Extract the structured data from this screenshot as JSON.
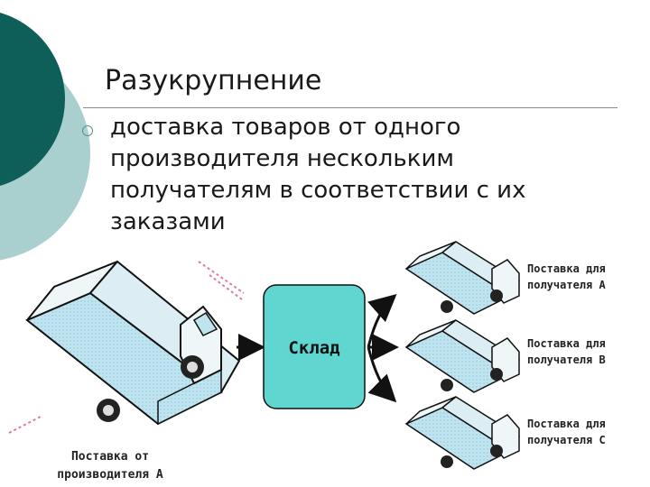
{
  "slide": {
    "title": "Разукрупнение",
    "bullet": "доставка товаров от одного производителя нескольким получателям в соответствии с их заказами"
  },
  "diagram": {
    "warehouse_label": "Склад",
    "source_caption": [
      "Поставка от",
      "производителя А"
    ],
    "destinations": [
      {
        "line1": "Поставка для",
        "line2": "получателя А"
      },
      {
        "line1": "Поставка для",
        "line2": "получателя В"
      },
      {
        "line1": "Поставка для",
        "line2": "получателя С"
      }
    ]
  },
  "colors": {
    "teal_dark": "#0e5e5a",
    "teal_light": "#aacfcf",
    "warehouse_fill": "#5fd6d0",
    "truck_side": "#bfe3ef",
    "truck_top": "#eef6f8",
    "speed_lines": "#e07a9a"
  }
}
